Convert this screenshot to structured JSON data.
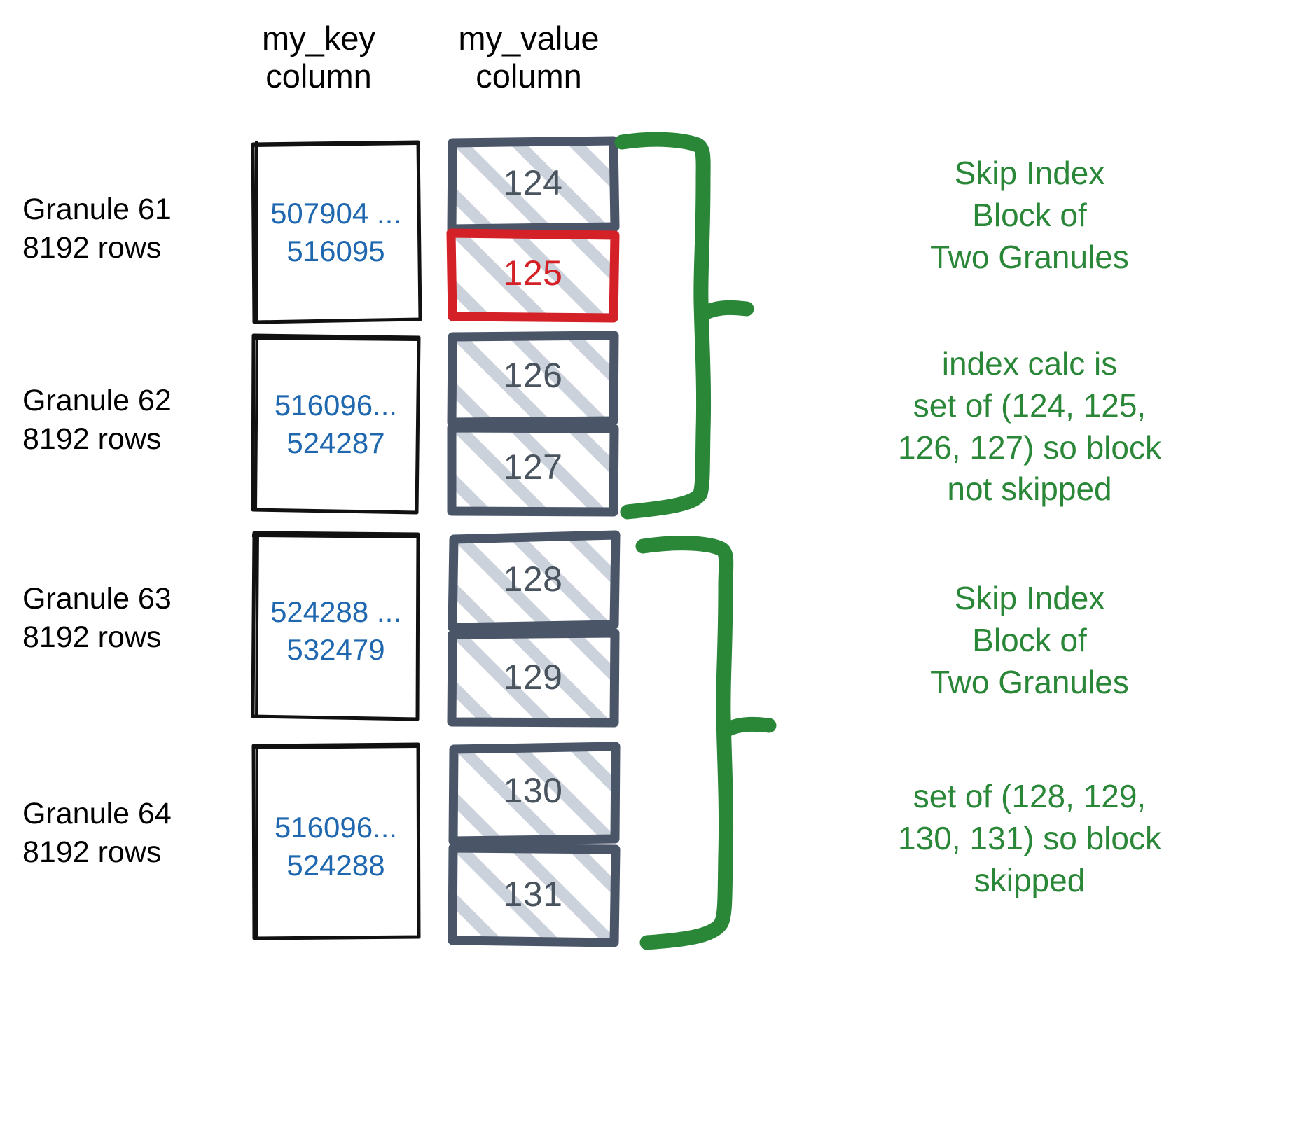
{
  "columns": {
    "key_header": "my_key\ncolumn",
    "value_header": "my_value\ncolumn"
  },
  "colors": {
    "key_text": "#1F68B0",
    "value_text": "#49545F",
    "highlight_red": "#D42027",
    "annotation_green": "#2A8738",
    "box_border_dark": "#4A5568",
    "hatch": "#CBD2DB",
    "label_black": "#000000"
  },
  "granules": [
    {
      "label_line1": "Granule 61",
      "label_line2": "8192 rows",
      "key_range": "507904 ...\n516095",
      "values": [
        {
          "text": "124",
          "highlighted": false
        },
        {
          "text": "125",
          "highlighted": true
        }
      ]
    },
    {
      "label_line1": "Granule 62",
      "label_line2": "8192 rows",
      "key_range": "516096...\n524287",
      "values": [
        {
          "text": "126",
          "highlighted": false
        },
        {
          "text": "127",
          "highlighted": false
        }
      ]
    },
    {
      "label_line1": "Granule 63",
      "label_line2": "8192 rows",
      "key_range": "524288 ...\n532479",
      "values": [
        {
          "text": "128",
          "highlighted": false
        },
        {
          "text": "129",
          "highlighted": false
        }
      ]
    },
    {
      "label_line1": "Granule 64",
      "label_line2": "8192 rows",
      "key_range": "516096...\n524288",
      "values": [
        {
          "text": "130",
          "highlighted": false
        },
        {
          "text": "131",
          "highlighted": false
        }
      ]
    }
  ],
  "annotations": [
    {
      "text": "Skip Index\nBlock of\nTwo Granules"
    },
    {
      "text": "index calc is\nset of (124, 125,\n126, 127) so block\nnot skipped"
    },
    {
      "text": "Skip Index\nBlock of\nTwo Granules"
    },
    {
      "text": "set of (128, 129,\n130, 131) so block\nskipped"
    }
  ]
}
